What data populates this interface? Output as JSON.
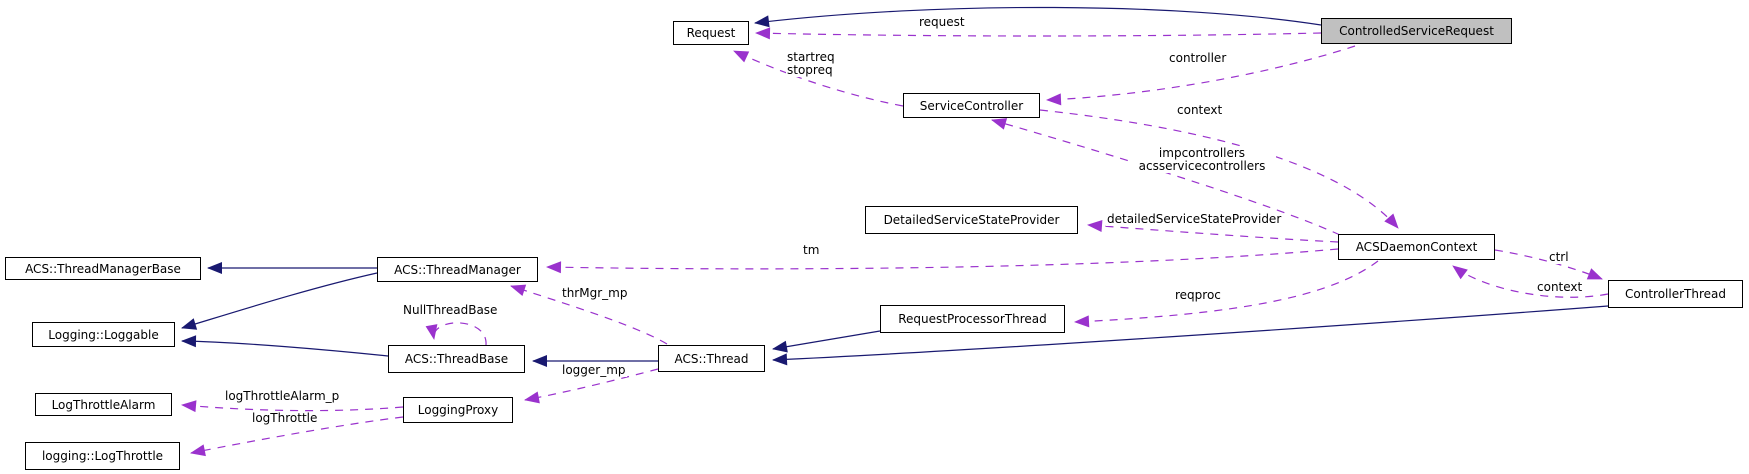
{
  "diagram": {
    "type": "uml-collaboration-graph",
    "colors": {
      "inheritance_edge": "#191970",
      "usage_edge": "#9a32cd",
      "node_fill": "#ffffff",
      "node_border": "#000000",
      "focus_node_fill": "#c0c0c0",
      "text": "#000000",
      "background": "#ffffff"
    },
    "nodes": [
      {
        "id": "request",
        "label": "Request",
        "focus": false
      },
      {
        "id": "controlled-service-request",
        "label": "ControlledServiceRequest",
        "focus": true
      },
      {
        "id": "service-controller",
        "label": "ServiceController",
        "focus": false
      },
      {
        "id": "detailed-service-state-provider",
        "label": "DetailedServiceStateProvider",
        "focus": false
      },
      {
        "id": "acs-daemon-context",
        "label": "ACSDaemonContext",
        "focus": false
      },
      {
        "id": "controller-thread",
        "label": "ControllerThread",
        "focus": false
      },
      {
        "id": "acs-thread-manager-base",
        "label": "ACS::ThreadManagerBase",
        "focus": false
      },
      {
        "id": "acs-thread-manager",
        "label": "ACS::ThreadManager",
        "focus": false
      },
      {
        "id": "logging-loggable",
        "label": "Logging::Loggable",
        "focus": false
      },
      {
        "id": "acs-thread-base",
        "label": "ACS::ThreadBase",
        "focus": false
      },
      {
        "id": "acs-thread",
        "label": "ACS::Thread",
        "focus": false
      },
      {
        "id": "request-processor-thread",
        "label": "RequestProcessorThread",
        "focus": false
      },
      {
        "id": "log-throttle-alarm",
        "label": "LogThrottleAlarm",
        "focus": false
      },
      {
        "id": "logging-proxy",
        "label": "LoggingProxy",
        "focus": false
      },
      {
        "id": "logging-log-throttle",
        "label": "logging::LogThrottle",
        "focus": false
      }
    ],
    "edge_labels": [
      {
        "text": "request"
      },
      {
        "text": "startreq\nstopreq"
      },
      {
        "text": "controller"
      },
      {
        "text": "context"
      },
      {
        "text": "impcontrollers\nacsservicecontrollers"
      },
      {
        "text": "detailedServiceStateProvider"
      },
      {
        "text": "tm"
      },
      {
        "text": "ctrl"
      },
      {
        "text": "context"
      },
      {
        "text": "reqproc"
      },
      {
        "text": "thrMgr_mp"
      },
      {
        "text": "NullThreadBase"
      },
      {
        "text": "logger_mp"
      },
      {
        "text": "logThrottleAlarm_p"
      },
      {
        "text": "logThrottle"
      }
    ],
    "edges": [
      {
        "from": "ControlledServiceRequest",
        "to": "Request",
        "kind": "inheritance",
        "label": ""
      },
      {
        "from": "ACS::ThreadManager",
        "to": "ACS::ThreadManagerBase",
        "kind": "inheritance",
        "label": ""
      },
      {
        "from": "ACS::ThreadManager",
        "to": "Logging::Loggable",
        "kind": "inheritance",
        "label": ""
      },
      {
        "from": "ACS::ThreadBase",
        "to": "Logging::Loggable",
        "kind": "inheritance",
        "label": ""
      },
      {
        "from": "ACS::Thread",
        "to": "ACS::ThreadBase",
        "kind": "inheritance",
        "label": ""
      },
      {
        "from": "RequestProcessorThread",
        "to": "ACS::Thread",
        "kind": "inheritance",
        "label": ""
      },
      {
        "from": "ControllerThread",
        "to": "ACS::Thread",
        "kind": "inheritance",
        "label": ""
      },
      {
        "from": "ControlledServiceRequest",
        "to": "Request",
        "kind": "usage",
        "label": "request"
      },
      {
        "from": "ServiceController",
        "to": "Request",
        "kind": "usage",
        "label": "startreq stopreq"
      },
      {
        "from": "ControlledServiceRequest",
        "to": "ServiceController",
        "kind": "usage",
        "label": "controller"
      },
      {
        "from": "ServiceController",
        "to": "ACSDaemonContext",
        "kind": "usage",
        "label": "context"
      },
      {
        "from": "ACSDaemonContext",
        "to": "ServiceController",
        "kind": "usage",
        "label": "impcontrollers acsservicecontrollers"
      },
      {
        "from": "ACSDaemonContext",
        "to": "DetailedServiceStateProvider",
        "kind": "usage",
        "label": "detailedServiceStateProvider"
      },
      {
        "from": "ACSDaemonContext",
        "to": "ACS::ThreadManager",
        "kind": "usage",
        "label": "tm"
      },
      {
        "from": "ACSDaemonContext",
        "to": "ControllerThread",
        "kind": "usage",
        "label": "ctrl"
      },
      {
        "from": "ControllerThread",
        "to": "ACSDaemonContext",
        "kind": "usage",
        "label": "context"
      },
      {
        "from": "ACSDaemonContext",
        "to": "RequestProcessorThread",
        "kind": "usage",
        "label": "reqproc"
      },
      {
        "from": "ACS::Thread",
        "to": "ACS::ThreadManager",
        "kind": "usage",
        "label": "thrMgr_mp"
      },
      {
        "from": "ACS::ThreadBase",
        "to": "ACS::ThreadBase",
        "kind": "usage",
        "label": "NullThreadBase"
      },
      {
        "from": "ACS::Thread",
        "to": "LoggingProxy",
        "kind": "usage",
        "label": "logger_mp"
      },
      {
        "from": "LoggingProxy",
        "to": "LogThrottleAlarm",
        "kind": "usage",
        "label": "logThrottleAlarm_p"
      },
      {
        "from": "LoggingProxy",
        "to": "logging::LogThrottle",
        "kind": "usage",
        "label": "logThrottle"
      }
    ]
  }
}
